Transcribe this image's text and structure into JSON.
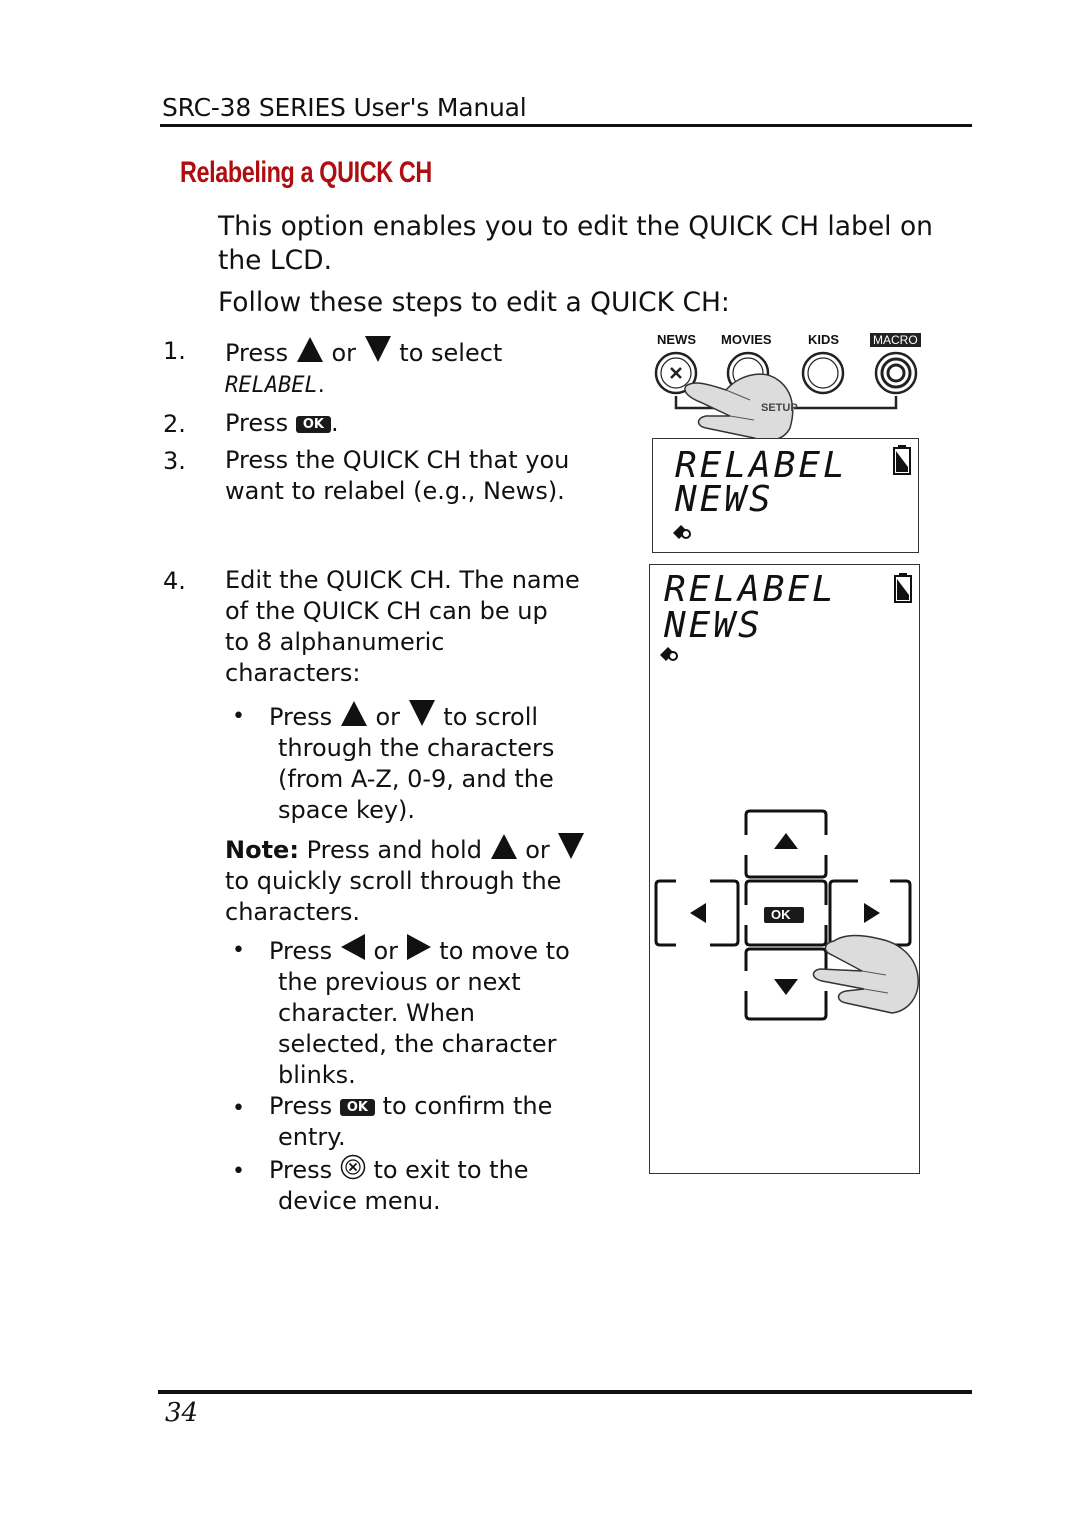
{
  "header": {
    "title": "SRC-38 SERIES User's Manual"
  },
  "section": {
    "title": "Relabeling a QUICK CH"
  },
  "intro": {
    "line1": "This option enables you to edit the QUICK CH label on",
    "line2": "the LCD.",
    "follow": "Follow these steps to edit a QUICK CH:"
  },
  "steps": {
    "s1_num": "1.",
    "s1_press": "Press",
    "s1_or": "or",
    "s1_to": "to select",
    "s1_lcd": "RELABEL",
    "s1_period": ".",
    "s2_num": "2.",
    "s2_press": "Press",
    "s2_period": ".",
    "s3_num": "3.",
    "s3_line1": "Press the QUICK CH that you",
    "s3_line2": "want to relabel (e.g., News).",
    "s4_num": "4.",
    "s4_line1": "Edit the QUICK CH. The name",
    "s4_line2": "of the QUICK CH can be up",
    "s4_line3": "to 8 alphanumeric",
    "s4_line4": "characters:"
  },
  "bullets": {
    "b1_press": "Press",
    "b1_or": "or",
    "b1_to": "to scroll",
    "b1_line2": "through the characters",
    "b1_line3": "(from A-Z, 0-9, and the",
    "b1_line4": "space key).",
    "note_label": "Note:",
    "note_press": "Press and hold",
    "note_or": "or",
    "note_line2": "to quickly scroll through the",
    "note_line3": "characters.",
    "b2_press": "Press",
    "b2_or": "or",
    "b2_to": "to move to",
    "b2_line2": "the previous or next",
    "b2_line3": "character. When",
    "b2_line4": "selected, the character",
    "b2_line5": "blinks.",
    "b3_press": "Press",
    "b3_to": "to confirm the",
    "b3_line2": "entry.",
    "b4_press": "Press",
    "b4_to": "to exit to the",
    "b4_line2": "device menu.",
    "bullet_char": "•"
  },
  "ok_label": "OK",
  "remote": {
    "buttons": [
      "NEWS",
      "MOVIES",
      "KIDS",
      "MACRO"
    ],
    "setup_label": "SETUP"
  },
  "lcd1": {
    "line1": "RELABEL",
    "line2": "NEWS"
  },
  "lcd2": {
    "line1": "RELABEL",
    "line2": "NEWS"
  },
  "dpad": {
    "ok_label": "OK"
  },
  "footer": {
    "page_number": "34"
  },
  "colors": {
    "section_title": "#b00d10",
    "text": "#111111"
  },
  "icons": [
    "up-triangle-icon",
    "down-triangle-icon",
    "left-triangle-icon",
    "right-triangle-icon",
    "exit-circle-icon",
    "battery-icon",
    "signal-icon",
    "hand-pointer-icon"
  ]
}
